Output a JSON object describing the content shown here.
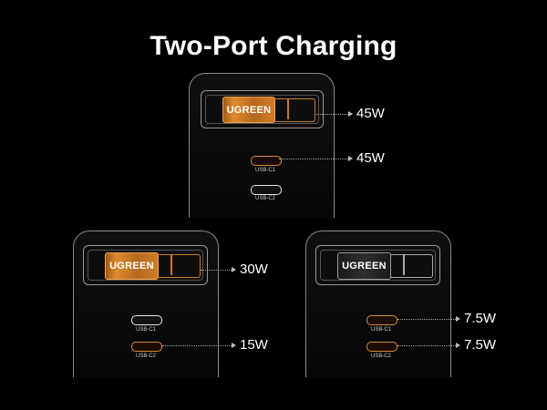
{
  "title": "Two-Port Charging",
  "brand": "UGREEN",
  "ports": {
    "c1": "USB-C1",
    "c2": "USB-C2"
  },
  "top": {
    "usb_a_watt": "45W",
    "c1_watt": "45W"
  },
  "left": {
    "usb_a_watt": "30W",
    "c2_watt": "15W"
  },
  "right": {
    "c1_watt": "7.5W",
    "c2_watt": "7.5W"
  },
  "colors": {
    "accent": "#d9893a",
    "background": "#000000"
  }
}
